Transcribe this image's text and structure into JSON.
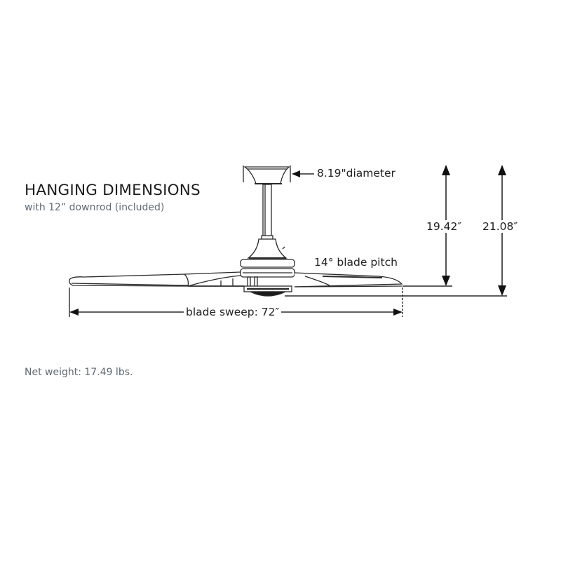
{
  "header": {
    "title": "HANGING DIMENSIONS",
    "subtitle": "with 12” downrod (included)"
  },
  "dimensions": {
    "canopy_diameter": "8.19\"diameter",
    "blade_pitch": "14° blade pitch",
    "height_to_blade": "19.42″",
    "height_to_bottom": "21.08″",
    "blade_sweep": "blade sweep: 72″"
  },
  "footer": {
    "net_weight": "Net weight: 17.49 lbs."
  },
  "colors": {
    "title": "#1c1c1c",
    "subtitle": "#5f6a74",
    "line": "#2a2a2a"
  }
}
